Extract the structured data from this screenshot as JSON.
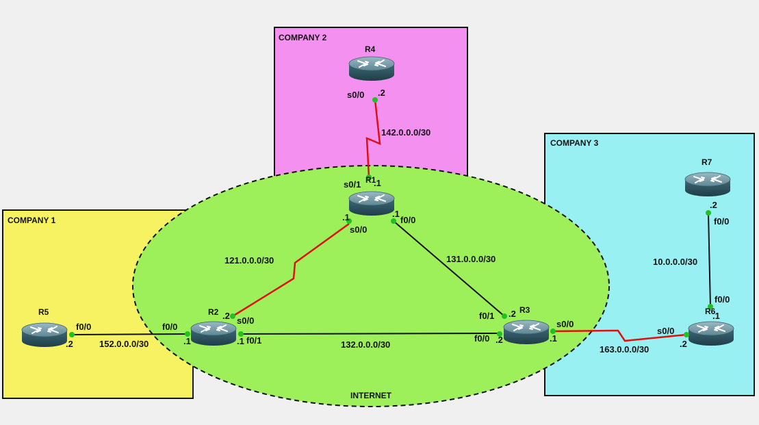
{
  "zones": {
    "company1": "COMPANY 1",
    "company2": "COMPANY 2",
    "company3": "COMPANY 3",
    "internet": "INTERNET"
  },
  "routers": {
    "r1": "R1",
    "r2": "R2",
    "r3": "R3",
    "r4": "R4",
    "r5": "R5",
    "r6": "R6",
    "r7": "R7"
  },
  "networks": {
    "r1_r4": "142.0.0.0/30",
    "r1_r2": "121.0.0.0/30",
    "r1_r3": "131.0.0.0/30",
    "r2_r3": "132.0.0.0/30",
    "r2_r5": "152.0.0.0/30",
    "r3_r6": "163.0.0.0/30",
    "r6_r7": "10.0.0.0/30"
  },
  "interfaces": {
    "r4_s00": "s0/0",
    "r4_host": ".2",
    "r1_s01": "s0/1",
    "r1_s01_host": ".1",
    "r1_s00": "s0/0",
    "r1_s00_host": ".1",
    "r1_f00": "f0/0",
    "r1_f00_host": ".1",
    "r2_s00": "s0/0",
    "r2_s00_host": ".2",
    "r2_f00": "f0/0",
    "r2_f00_host": ".1",
    "r2_f01": "f0/1",
    "r2_f01_host": ".1",
    "r3_f01": "f0/1",
    "r3_f01_host": ".2",
    "r3_f00": "f0/0",
    "r3_f00_host": ".2",
    "r3_s00": "s0/0",
    "r3_s00_host": ".1",
    "r5_f00": "f0/0",
    "r5_host": ".2",
    "r6_s00": "s0/0",
    "r6_s00_host": ".2",
    "r6_f00": "f0/0",
    "r6_f00_host": ".1",
    "r7_f00": "f0/0",
    "r7_host": ".2"
  },
  "colors": {
    "company1_bg": "#f7f261",
    "company2_bg": "#f490f0",
    "company3_bg": "#99f0f2",
    "internet_bg": "#9df05a",
    "serial_link": "#e01010",
    "ethernet_link": "#111111",
    "port_dot": "#22c022"
  },
  "icons": {
    "router": "router-icon"
  }
}
